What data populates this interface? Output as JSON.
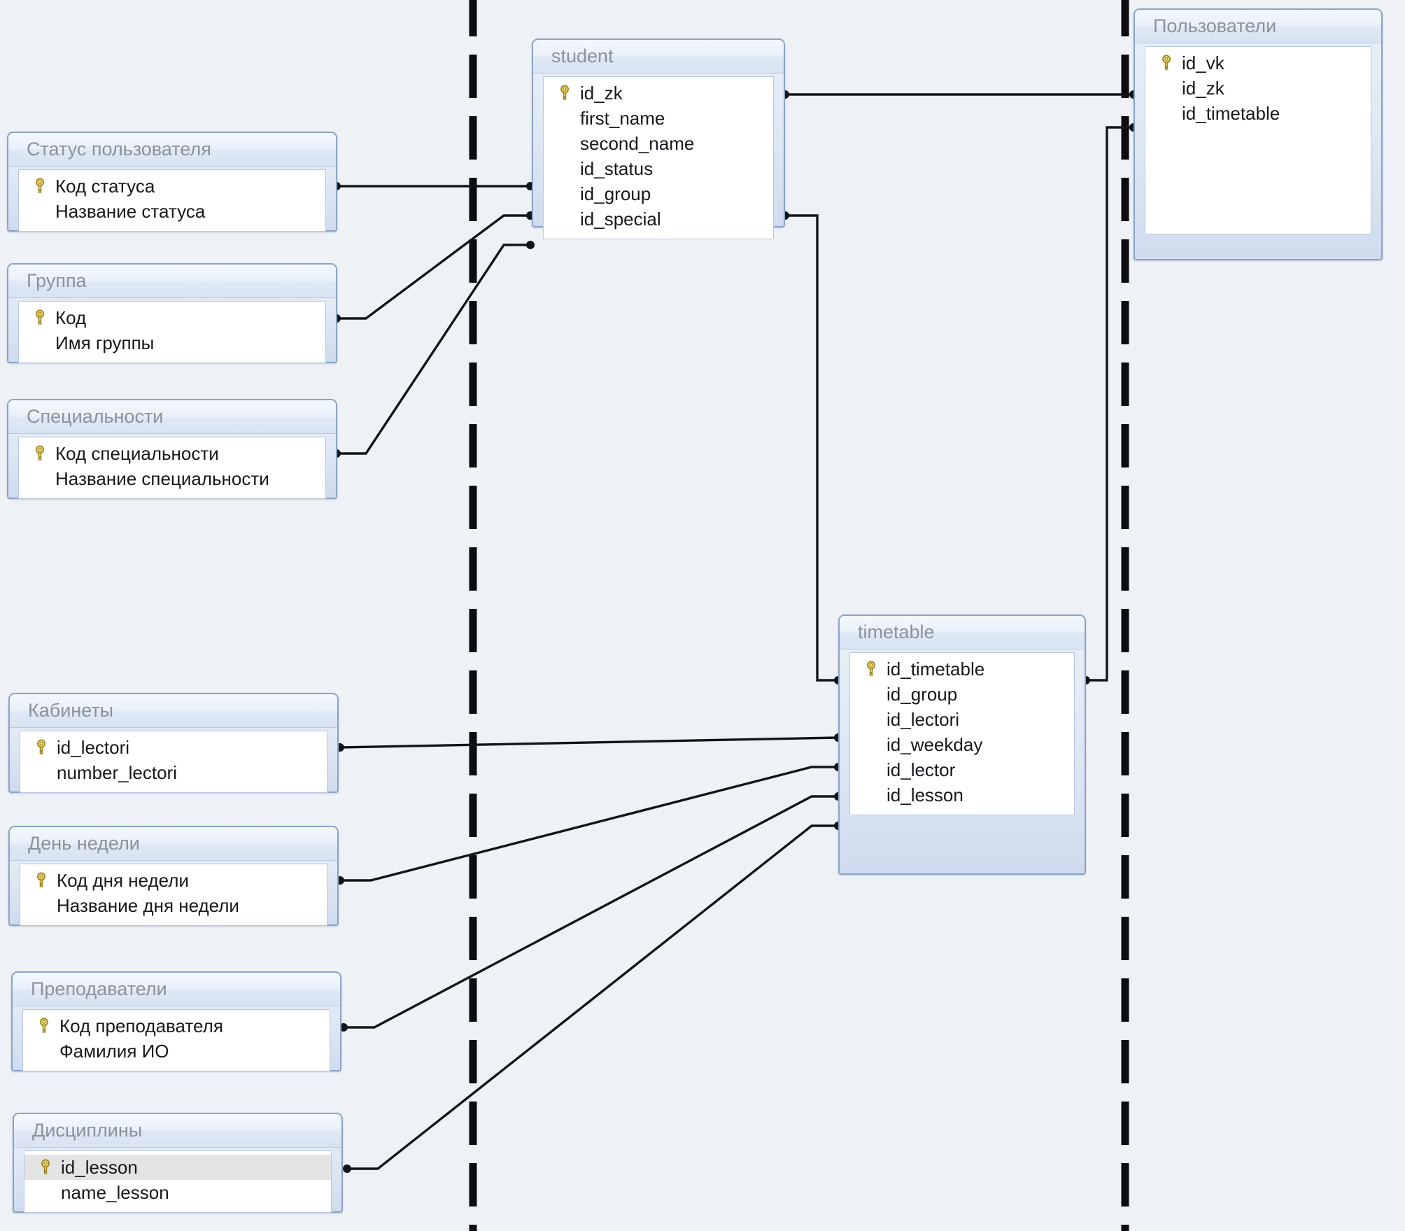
{
  "diagram": {
    "kind": "entity-relationship-diagram",
    "tool_style": "ms-access-relationships",
    "background_color": "#eef1f5",
    "box_border_color": "#8ba3c7",
    "title_text_color": "#8e9299",
    "connector_color": "#111418",
    "key_icon_color": "#d4b43c",
    "selected_row_color": "#e4e4e4"
  },
  "icons": {
    "primary_key": "key-icon"
  },
  "entities": [
    {
      "id": "status_polzovatelya",
      "title": "Статус пользователя",
      "fields": [
        {
          "name": "Код статуса",
          "key": true,
          "selected": false
        },
        {
          "name": "Название статуса",
          "key": false,
          "selected": false
        }
      ]
    },
    {
      "id": "gruppa",
      "title": "Группа",
      "fields": [
        {
          "name": "Код",
          "key": true,
          "selected": false
        },
        {
          "name": "Имя группы",
          "key": false,
          "selected": false
        }
      ]
    },
    {
      "id": "specialnosti",
      "title": "Специальности",
      "fields": [
        {
          "name": "Код специальности",
          "key": true,
          "selected": false
        },
        {
          "name": "Название специальности",
          "key": false,
          "selected": false
        }
      ]
    },
    {
      "id": "kabinety",
      "title": "Кабинеты",
      "fields": [
        {
          "name": "id_lectori",
          "key": true,
          "selected": false
        },
        {
          "name": "number_lectori",
          "key": false,
          "selected": false
        }
      ]
    },
    {
      "id": "den_nedeli",
      "title": "День недели",
      "fields": [
        {
          "name": "Код дня недели",
          "key": true,
          "selected": false
        },
        {
          "name": "Название дня недели",
          "key": false,
          "selected": false
        }
      ]
    },
    {
      "id": "prepodavateli",
      "title": "Преподаватели",
      "fields": [
        {
          "name": "Код преподавателя",
          "key": true,
          "selected": false
        },
        {
          "name": "Фамилия ИО",
          "key": false,
          "selected": false
        }
      ]
    },
    {
      "id": "discipliny",
      "title": "Дисциплины",
      "fields": [
        {
          "name": "id_lesson",
          "key": true,
          "selected": true
        },
        {
          "name": "name_lesson",
          "key": false,
          "selected": false
        }
      ]
    },
    {
      "id": "student",
      "title": "student",
      "fields": [
        {
          "name": "id_zk",
          "key": true,
          "selected": false
        },
        {
          "name": "first_name",
          "key": false,
          "selected": false
        },
        {
          "name": "second_name",
          "key": false,
          "selected": false
        },
        {
          "name": "id_status",
          "key": false,
          "selected": false
        },
        {
          "name": "id_group",
          "key": false,
          "selected": false
        },
        {
          "name": "id_special",
          "key": false,
          "selected": false
        }
      ]
    },
    {
      "id": "timetable",
      "title": "timetable",
      "fields": [
        {
          "name": "id_timetable",
          "key": true,
          "selected": false
        },
        {
          "name": "id_group",
          "key": false,
          "selected": false
        },
        {
          "name": "id_lectori",
          "key": false,
          "selected": false
        },
        {
          "name": "id_weekday",
          "key": false,
          "selected": false
        },
        {
          "name": "id_lector",
          "key": false,
          "selected": false
        },
        {
          "name": "id_lesson",
          "key": false,
          "selected": false
        }
      ]
    },
    {
      "id": "polzovateli",
      "title": "Пользователи",
      "fields": [
        {
          "name": "id_vk",
          "key": true,
          "selected": false
        },
        {
          "name": "id_zk",
          "key": false,
          "selected": false
        },
        {
          "name": "id_timetable",
          "key": false,
          "selected": false
        }
      ]
    }
  ],
  "relationships": [
    {
      "from": "status_polzovatelya",
      "to": "student",
      "from_field": "Код статуса",
      "to_field": "id_status"
    },
    {
      "from": "gruppa",
      "to": "student",
      "from_field": "Код",
      "to_field": "id_group"
    },
    {
      "from": "specialnosti",
      "to": "student",
      "from_field": "Код специальности",
      "to_field": "id_special"
    },
    {
      "from": "student",
      "to": "polzovateli",
      "from_field": "id_zk",
      "to_field": "id_zk"
    },
    {
      "from": "student",
      "to": "timetable",
      "from_field": "id_group",
      "to_field": "id_group"
    },
    {
      "from": "timetable",
      "to": "polzovateli",
      "from_field": "id_timetable",
      "to_field": "id_timetable"
    },
    {
      "from": "kabinety",
      "to": "timetable",
      "from_field": "id_lectori",
      "to_field": "id_lectori"
    },
    {
      "from": "den_nedeli",
      "to": "timetable",
      "from_field": "Код дня недели",
      "to_field": "id_weekday"
    },
    {
      "from": "prepodavateli",
      "to": "timetable",
      "from_field": "Код преподавателя",
      "to_field": "id_lector"
    },
    {
      "from": "discipliny",
      "to": "timetable",
      "from_field": "id_lesson",
      "to_field": "id_lesson"
    }
  ]
}
